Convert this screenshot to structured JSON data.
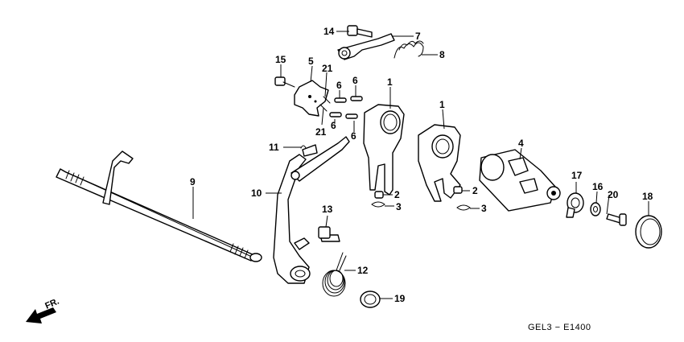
{
  "callouts": [
    {
      "id": "c1a",
      "text": "1"
    },
    {
      "id": "c1b",
      "text": "1"
    },
    {
      "id": "c2a",
      "text": "2"
    },
    {
      "id": "c2b",
      "text": "2"
    },
    {
      "id": "c3a",
      "text": "3"
    },
    {
      "id": "c3b",
      "text": "3"
    },
    {
      "id": "c4",
      "text": "4"
    },
    {
      "id": "c5",
      "text": "5"
    },
    {
      "id": "c6a",
      "text": "6"
    },
    {
      "id": "c6b",
      "text": "6"
    },
    {
      "id": "c6c",
      "text": "6"
    },
    {
      "id": "c6d",
      "text": "6"
    },
    {
      "id": "c7",
      "text": "7"
    },
    {
      "id": "c8",
      "text": "8"
    },
    {
      "id": "c9",
      "text": "9"
    },
    {
      "id": "c10",
      "text": "10"
    },
    {
      "id": "c11",
      "text": "11"
    },
    {
      "id": "c12",
      "text": "12"
    },
    {
      "id": "c13",
      "text": "13"
    },
    {
      "id": "c14",
      "text": "14"
    },
    {
      "id": "c15",
      "text": "15"
    },
    {
      "id": "c16",
      "text": "16"
    },
    {
      "id": "c17",
      "text": "17"
    },
    {
      "id": "c18",
      "text": "18"
    },
    {
      "id": "c19",
      "text": "19"
    },
    {
      "id": "c20",
      "text": "20"
    },
    {
      "id": "c21a",
      "text": "21"
    },
    {
      "id": "c21b",
      "text": "21"
    }
  ],
  "direction_label": "FR.",
  "diagram_code": "GEL3 − E1400"
}
